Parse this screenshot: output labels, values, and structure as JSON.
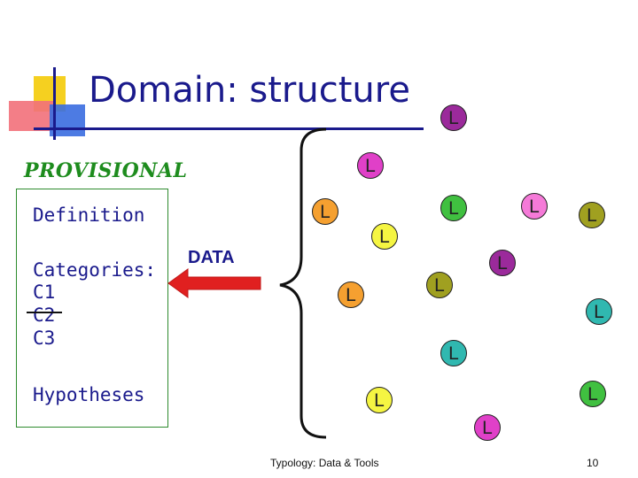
{
  "slide": {
    "title": "Domain: structure",
    "provisional": "PROVISIONAL",
    "items": {
      "definition": "Definition",
      "categories": "Categories:",
      "c1": "C1",
      "c2": "C2",
      "c3": "C3",
      "hypotheses": "Hypotheses"
    },
    "data_label": "DATA",
    "badge_letter": "L",
    "footer": "Typology: Data & Tools",
    "page_number": "10"
  },
  "colors": {
    "title": "#1a1a8c",
    "provisional": "#1e8c1e",
    "arrow": "#e02020",
    "badge_yellow": "#f5f542",
    "badge_orange": "#f5a030",
    "badge_purple": "#9b2a9b",
    "badge_pink": "#f57ad8",
    "badge_olive": "#a0a020",
    "badge_green": "#40c040",
    "badge_teal": "#30b8b0",
    "badge_magenta": "#e040c8"
  }
}
